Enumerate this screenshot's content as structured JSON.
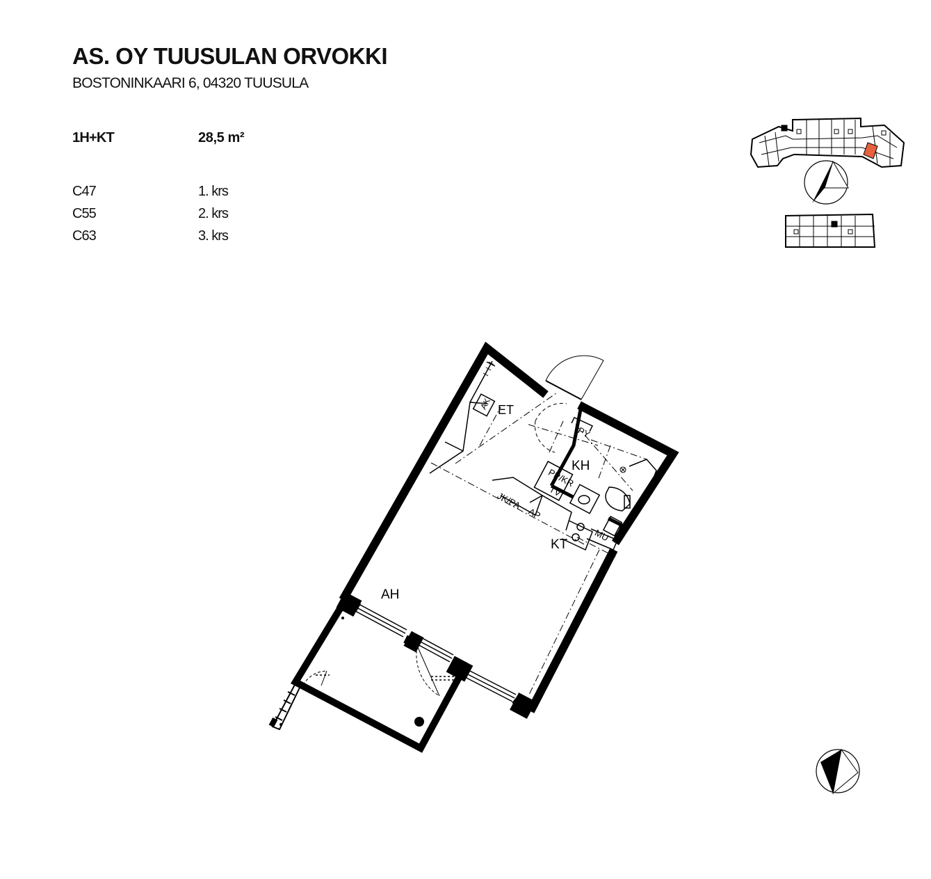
{
  "header": {
    "title": "AS. OY TUUSULAN ORVOKKI",
    "address": "BOSTONINKAARI 6, 04320 TUUSULA"
  },
  "apartment": {
    "type": "1H+KT",
    "area": "28,5 m²",
    "units": [
      {
        "code": "C47",
        "floor": "1. krs"
      },
      {
        "code": "C55",
        "floor": "2. krs"
      },
      {
        "code": "C63",
        "floor": "3. krs"
      }
    ]
  },
  "rooms": {
    "et": "ET",
    "kh": "KH",
    "ah": "AH",
    "kt": "KT",
    "py": "PY",
    "ppkr": "PP/KR",
    "tv": "TV",
    "jkpa": "JK/PA",
    "ap": "AP",
    "mu": "MU",
    "ak": "AK"
  },
  "colors": {
    "line": "#000000",
    "highlight": "#e8603c"
  },
  "icons": [
    "north-arrow-icon",
    "key-plan-icon"
  ]
}
